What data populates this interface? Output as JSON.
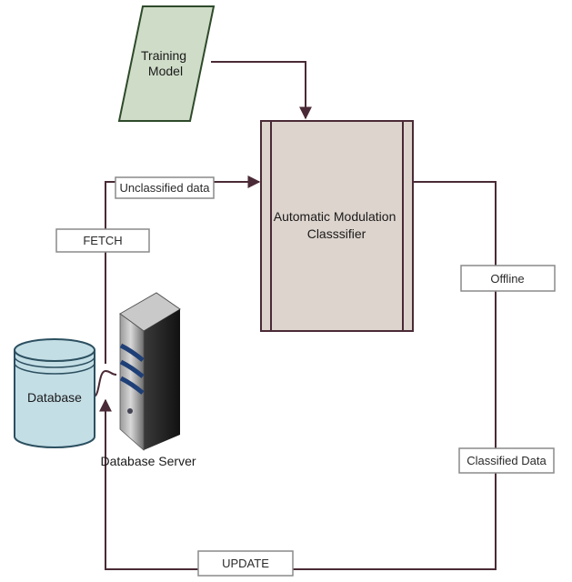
{
  "nodes": {
    "training_model": "Training\nModel",
    "classifier": "Automatic Modulation\nClasssifier",
    "database": "Database",
    "database_server": "Database Server"
  },
  "edge_labels": {
    "unclassified": "Unclassified data",
    "fetch": "FETCH",
    "offline": "Offline",
    "classified": "Classified Data",
    "update": "UPDATE"
  },
  "colors": {
    "connector": "#4a2a36",
    "training_fill": "#cfdcc8",
    "training_stroke": "#2e4a2a",
    "classifier_fill": "#ddd4cd",
    "classifier_stroke": "#4a2a36",
    "database_fill": "#c4dee6",
    "database_stroke": "#2c5060",
    "label_box_stroke": "#8a8a8a"
  },
  "icons": {
    "server": "server-tower-icon"
  }
}
